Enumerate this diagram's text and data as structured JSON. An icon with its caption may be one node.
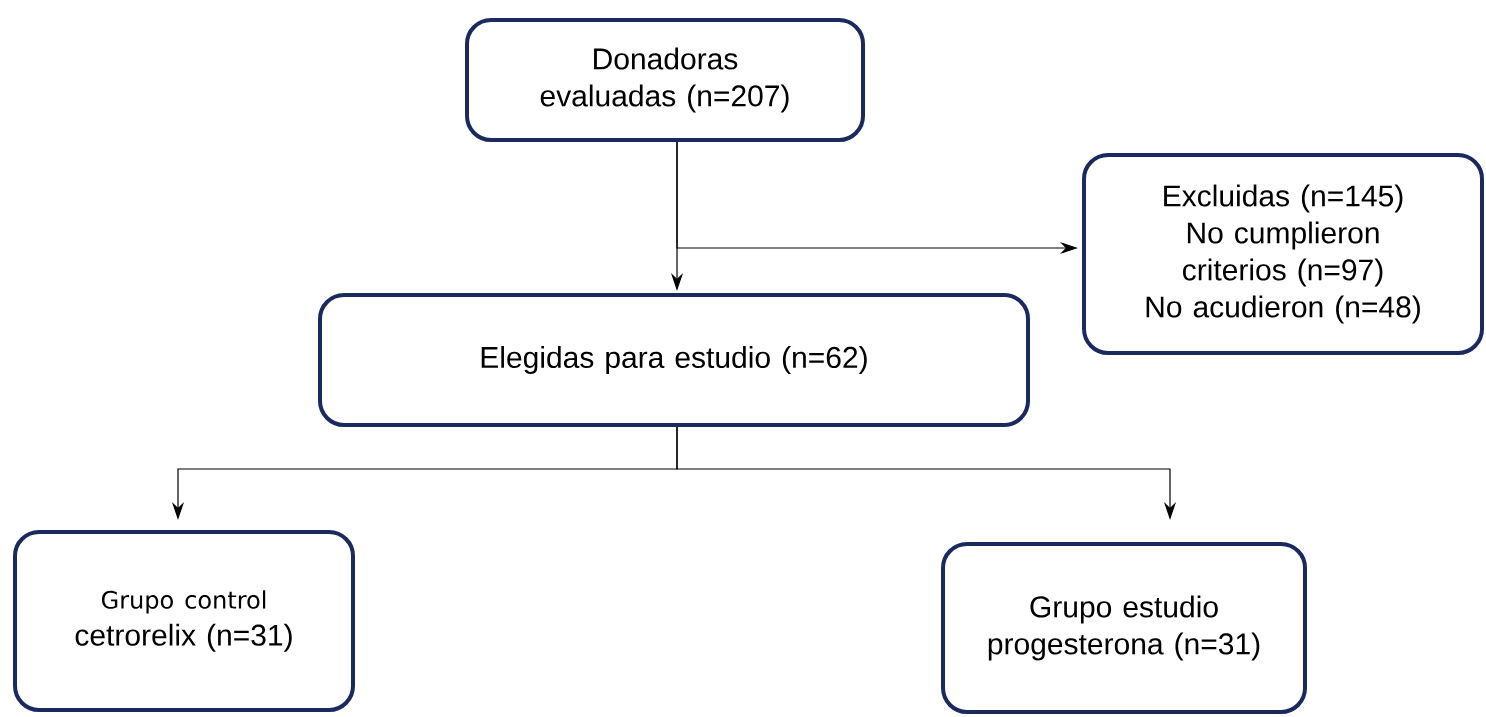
{
  "diagram": {
    "nodes": [
      {
        "text": [
          "Donadoras evaluadas (n=207)"
        ]
      },
      {
        "text": [
          "Excluidas (n=145)",
          "No cumplieron criterios (n=97)",
          "No acudieron (n=48)"
        ]
      },
      {
        "text": [
          "Elegidas para estudio (n=62)"
        ]
      },
      {
        "text": [
          "Grupo control",
          "cetrorelix (n=31)"
        ]
      },
      {
        "text": [
          "Grupo estudio progesterona (n=31)"
        ]
      }
    ],
    "edges": [
      {
        "from": 0,
        "to": 2,
        "arrow": "to"
      },
      {
        "from": 0,
        "to": 1,
        "arrow": "to"
      },
      {
        "from": 2,
        "to": 3,
        "arrow": "to"
      },
      {
        "from": 2,
        "to": 4,
        "arrow": "to"
      }
    ]
  }
}
